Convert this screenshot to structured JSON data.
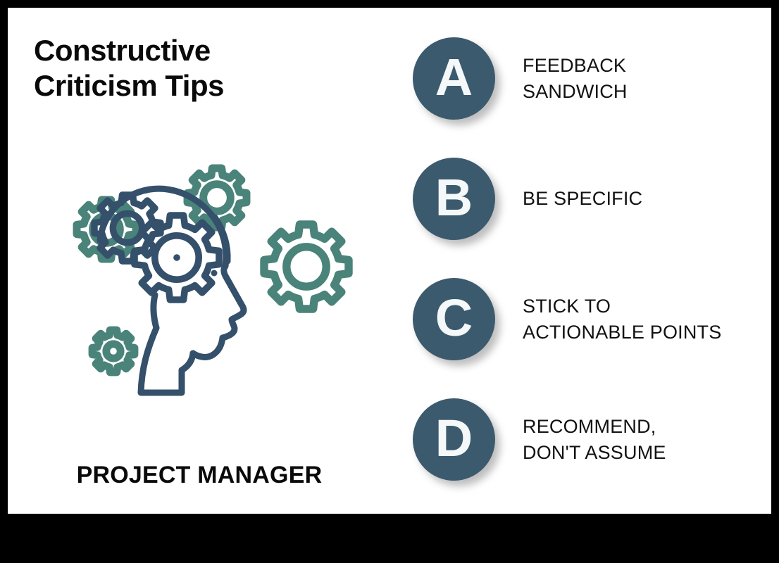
{
  "poster": {
    "frame_color": "#000000",
    "card_color": "#ffffff",
    "accent_circle_color": "#3c5a6e",
    "gear_color": "#4a8379",
    "head_color": "#34506b",
    "text_color": "#0a0a0a"
  },
  "title": {
    "line1": "Constructive",
    "line2": "Criticism Tips"
  },
  "illustration": {
    "name": "head-with-gears-illustration",
    "gear_labels": [
      "gear-small-left",
      "gear-medium-top",
      "gear-large-right",
      "gear-tiny-bottom-left",
      "gear-brain-large",
      "gear-brain-small"
    ]
  },
  "role_caption": "PROJECT MANAGER",
  "tips": [
    {
      "letter": "A",
      "line1": "FEEDBACK",
      "line2": "SANDWICH"
    },
    {
      "letter": "B",
      "line1": "BE SPECIFIC",
      "line2": ""
    },
    {
      "letter": "C",
      "line1": "STICK TO",
      "line2": "ACTIONABLE POINTS"
    },
    {
      "letter": "D",
      "line1": "RECOMMEND,",
      "line2": "DON'T ASSUME"
    }
  ]
}
